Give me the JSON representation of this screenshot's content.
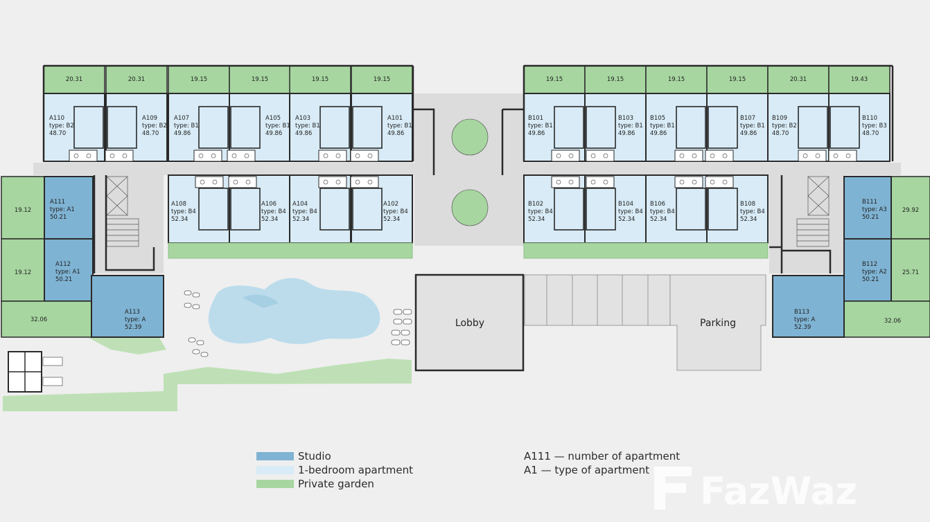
{
  "colors": {
    "studio": "#7fb3d3",
    "one_bed": "#d8ebf6",
    "garden": "#a7d6a0",
    "wall": "#2a2a2a",
    "corridor": "#dcdcdc",
    "pool": "#bcdcec"
  },
  "rooms_a_top": [
    {
      "id": "A110",
      "type": "type: B2",
      "area": "48.70",
      "garden": "20.31"
    },
    {
      "id": "A109",
      "type": "type: B2",
      "area": "48.70",
      "garden": "20.31"
    },
    {
      "id": "A107",
      "type": "type: B1",
      "area": "49.86",
      "garden": "19.15"
    },
    {
      "id": "A105",
      "type": "type: B1",
      "area": "49.86",
      "garden": "19.15"
    },
    {
      "id": "A103",
      "type": "type: B1",
      "area": "49.86",
      "garden": "19.15"
    },
    {
      "id": "A101",
      "type": "type: B1",
      "area": "49.86",
      "garden": "19.15"
    }
  ],
  "rooms_a_bottom": [
    {
      "id": "A108",
      "type": "type: B4",
      "area": "52.34"
    },
    {
      "id": "A106",
      "type": "type: B4",
      "area": "52.34"
    },
    {
      "id": "A104",
      "type": "type: B4",
      "area": "52.34"
    },
    {
      "id": "A102",
      "type": "type: B4",
      "area": "52.34"
    }
  ],
  "rooms_b_top": [
    {
      "id": "B101",
      "type": "type: B1",
      "area": "49.86",
      "garden": "19.15"
    },
    {
      "id": "B103",
      "type": "type: B1",
      "area": "49.86",
      "garden": "19.15"
    },
    {
      "id": "B105",
      "type": "type: B1",
      "area": "49.86",
      "garden": "19.15"
    },
    {
      "id": "B107",
      "type": "type: B1",
      "area": "49.86",
      "garden": "19.15"
    },
    {
      "id": "B109",
      "type": "type: B2",
      "area": "48.70",
      "garden": "20.31"
    },
    {
      "id": "B110",
      "type": "type: B3",
      "area": "48.70",
      "garden": "19.43"
    }
  ],
  "rooms_b_bottom": [
    {
      "id": "B102",
      "type": "type: B4",
      "area": "52.34"
    },
    {
      "id": "B104",
      "type": "type: B4",
      "area": "52.34"
    },
    {
      "id": "B106",
      "type": "type: B4",
      "area": "52.34"
    },
    {
      "id": "B108",
      "type": "type: B4",
      "area": "52.34"
    }
  ],
  "studios": {
    "A111": {
      "id": "A111",
      "type": "type: A1",
      "area": "50.21",
      "garden": "19.12"
    },
    "A112": {
      "id": "A112",
      "type": "type: A1",
      "area": "50.21",
      "garden": "19.12"
    },
    "A113": {
      "id": "A113",
      "type": "type: A",
      "area": "52.39",
      "garden": "32.06"
    },
    "B111": {
      "id": "B111",
      "type": "type: A3",
      "area": "50.21",
      "garden": "29.92"
    },
    "B112": {
      "id": "B112",
      "type": "type: A2",
      "area": "50.21",
      "garden": "25.71"
    },
    "B113": {
      "id": "B113",
      "type": "type: A",
      "area": "52.39",
      "garden": "32.06"
    }
  },
  "facilities": {
    "lobby": "Lobby",
    "parking": "Parking"
  },
  "legend": [
    {
      "label": "Studio",
      "color": "#7fb3d3"
    },
    {
      "label": "1-bedroom apartment",
      "color": "#d8ebf6"
    },
    {
      "label": "Private garden",
      "color": "#a7d6a0"
    }
  ],
  "notes": [
    "A111 — number of apartment",
    "A1 — type of apartment"
  ],
  "watermark": "FazWaz"
}
